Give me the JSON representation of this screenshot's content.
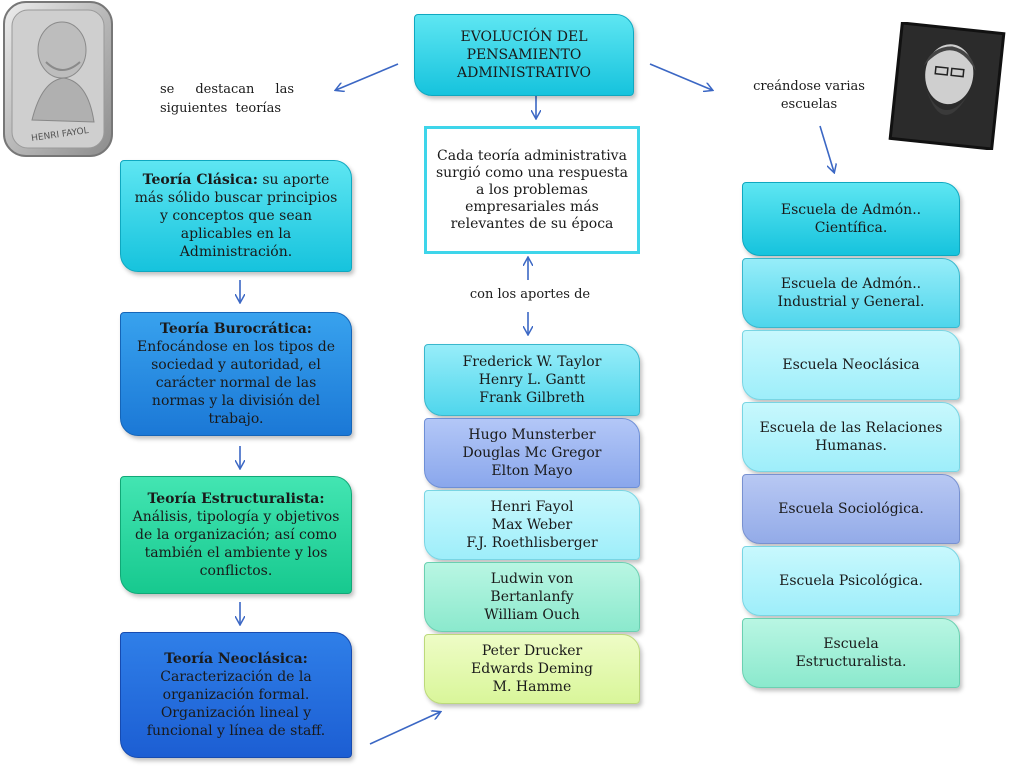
{
  "title": {
    "line1": "EVOLUCIÓN DEL",
    "line2": "PENSAMIENTO",
    "line3": "ADMINISTRATIVO"
  },
  "left_note": "se destacan las siguientes teorías",
  "right_note": "creándose varias escuelas",
  "center_note": "Cada teoría administrativa surgió como una respuesta a los problemas empresariales más relevantes de su época",
  "aportes_label": "con los aportes de",
  "portrait_left_caption": "HENRI FAYOL",
  "theories": [
    {
      "name": "Teoría Clásica:",
      "desc": "su aporte más sólido buscar principios y conceptos que sean aplicables en la Administración."
    },
    {
      "name": "Teoría Burocrática:",
      "desc": "Enfocándose en los tipos de sociedad y autoridad, el carácter normal de las normas y la división del trabajo."
    },
    {
      "name": "Teoría Estructuralista:",
      "desc": "Análisis, tipología y objetivos de la organización; así como también el ambiente y los conflictos."
    },
    {
      "name": "Teoría Neoclásica:",
      "desc": "Caracterización de la organización formal. Organización lineal y funcional y línea de staff."
    }
  ],
  "contributors": [
    [
      "Frederick W. Taylor",
      "Henry L. Gantt",
      "Frank Gilbreth"
    ],
    [
      "Hugo Munsterber",
      "Douglas Mc Gregor",
      "Elton Mayo"
    ],
    [
      "Henri Fayol",
      "Max Weber",
      "F.J. Roethlisberger"
    ],
    [
      "Ludwin von",
      "Bertanlanfy",
      "William Ouch"
    ],
    [
      "Peter Drucker",
      "Edwards Deming",
      "M. Hamme"
    ]
  ],
  "schools": [
    "Escuela de Admón.. Científica.",
    "Escuela de Admón.. Industrial y General.",
    "Escuela Neoclásica",
    "Escuela de las Relaciones Humanas.",
    "Escuela Sociológica.",
    "Escuela Psicológica.",
    "Escuela Estructuralista."
  ],
  "colors": {
    "arrow": "#3b67c4",
    "teal": "#16c3dd",
    "border_center": "#3ed5ea"
  }
}
